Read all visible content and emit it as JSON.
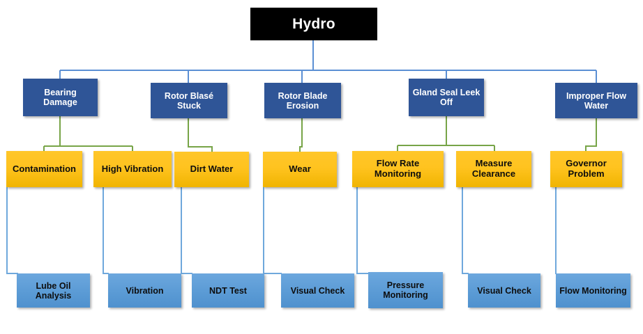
{
  "diagram": {
    "title": "Hydro",
    "type": "fault-tree",
    "colors": {
      "root_fill": "#000000",
      "root_text": "#FFFFFF",
      "level1_fill": "#2F5597",
      "level1_text": "#FFFFFF",
      "level2_fill": "#FFC31F",
      "level2_text": "#0D0D0D",
      "level3_fill": "#5B9BD5",
      "level3_text": "#0D0D0D",
      "connector_root": "#5B8FD4",
      "connector_level1": "#77A447",
      "connector_level2": "#6FA8DC"
    }
  },
  "root": {
    "label": "Hydro"
  },
  "level1": [
    {
      "id": "bearing-damage",
      "label": "Bearing Damage"
    },
    {
      "id": "rotor-blase-stuck",
      "label": "Rotor Blasé Stuck"
    },
    {
      "id": "rotor-blade-erosion",
      "label": "Rotor Blade Erosion"
    },
    {
      "id": "gland-seal-leek-off",
      "label": "Gland Seal Leek\nOff"
    },
    {
      "id": "improper-flow-water",
      "label": "Improper Flow Water"
    }
  ],
  "level2": [
    {
      "id": "contamination",
      "label": "Contamination"
    },
    {
      "id": "high-vibration",
      "label": "High Vibration"
    },
    {
      "id": "dirt-water",
      "label": "Dirt Water"
    },
    {
      "id": "wear",
      "label": "Wear"
    },
    {
      "id": "flow-rate-monitoring",
      "label": "Flow Rate Monitoring"
    },
    {
      "id": "measure-clearance",
      "label": "Measure\nClearance"
    },
    {
      "id": "governor-problem",
      "label": "Governor\nProblem"
    }
  ],
  "level3": [
    {
      "id": "lube-oil-analysis",
      "label": "Lube Oil Analysis"
    },
    {
      "id": "vibration",
      "label": "Vibration"
    },
    {
      "id": "ndt-test",
      "label": "NDT Test"
    },
    {
      "id": "visual-check-1",
      "label": "Visual Check"
    },
    {
      "id": "pressure-monitoring",
      "label": "Pressure\nMonitoring"
    },
    {
      "id": "visual-check-2",
      "label": "Visual Check"
    },
    {
      "id": "flow-monitoring",
      "label": "Flow Monitoring"
    }
  ]
}
